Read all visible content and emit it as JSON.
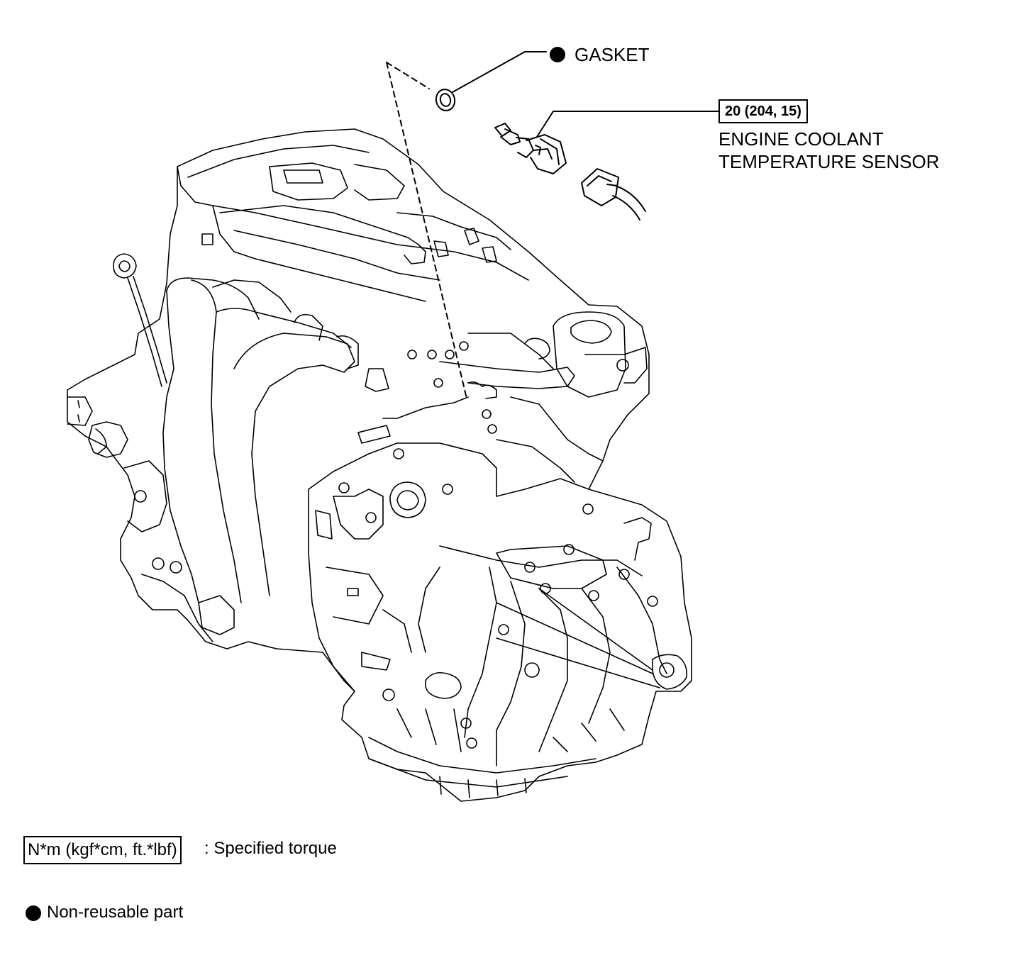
{
  "callouts": {
    "gasket": {
      "label": "GASKET",
      "non_reusable": true
    },
    "sensor": {
      "torque": "20 (204, 15)",
      "label_line1": "ENGINE COOLANT",
      "label_line2": "TEMPERATURE SENSOR"
    }
  },
  "legend": {
    "torque_box": "N*m (kgf*cm, ft.*lbf)",
    "torque_text": ": Specified torque",
    "non_reusable_text": "Non-reusable part"
  },
  "colors": {
    "ink": "#000000",
    "paper": "#ffffff"
  }
}
